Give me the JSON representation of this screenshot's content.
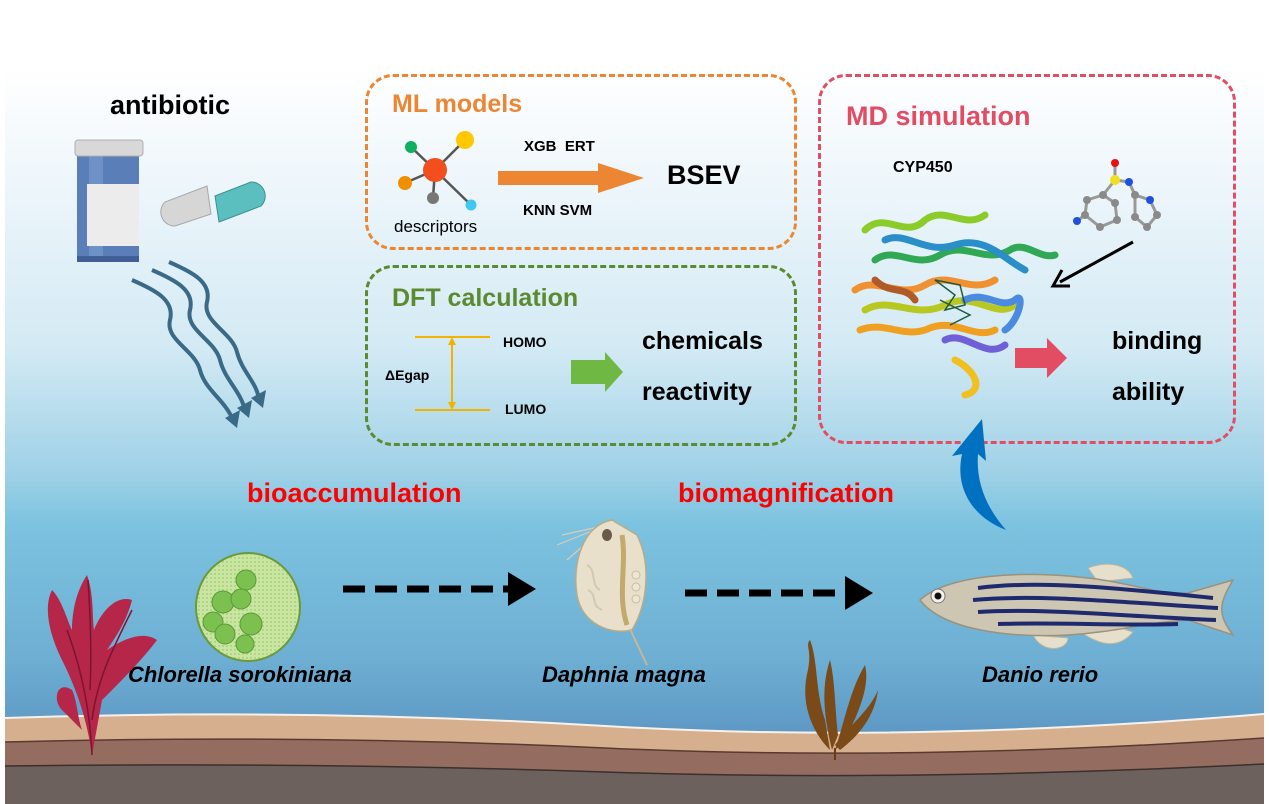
{
  "antibiotic": {
    "label": "antibiotic"
  },
  "ml_box": {
    "title": "ML models",
    "models_top": "XGB  ERT",
    "models_bottom": "KNN SVM",
    "input_label": "descriptors",
    "output_label": "BSEV",
    "color": "#ed8632"
  },
  "dft_box": {
    "title": "DFT calculation",
    "homo": "HOMO",
    "lumo": "LUMO",
    "gap": "ΔEgap",
    "result_line1": "chemicals",
    "result_line2": "reactivity",
    "color": "#5b8a30",
    "arrow_color": "#6fb843"
  },
  "md_box": {
    "title": "MD simulation",
    "protein_label": "CYP450",
    "result_line1": "binding",
    "result_line2": "ability",
    "color": "#e34d64"
  },
  "food_chain": {
    "process1": "bioaccumulation",
    "process2": "biomagnification",
    "process_color": "#ff0000",
    "organisms": [
      {
        "name": "Chlorella sorokiniana"
      },
      {
        "name": "Daphnia magna"
      },
      {
        "name": "Danio rerio"
      }
    ]
  }
}
